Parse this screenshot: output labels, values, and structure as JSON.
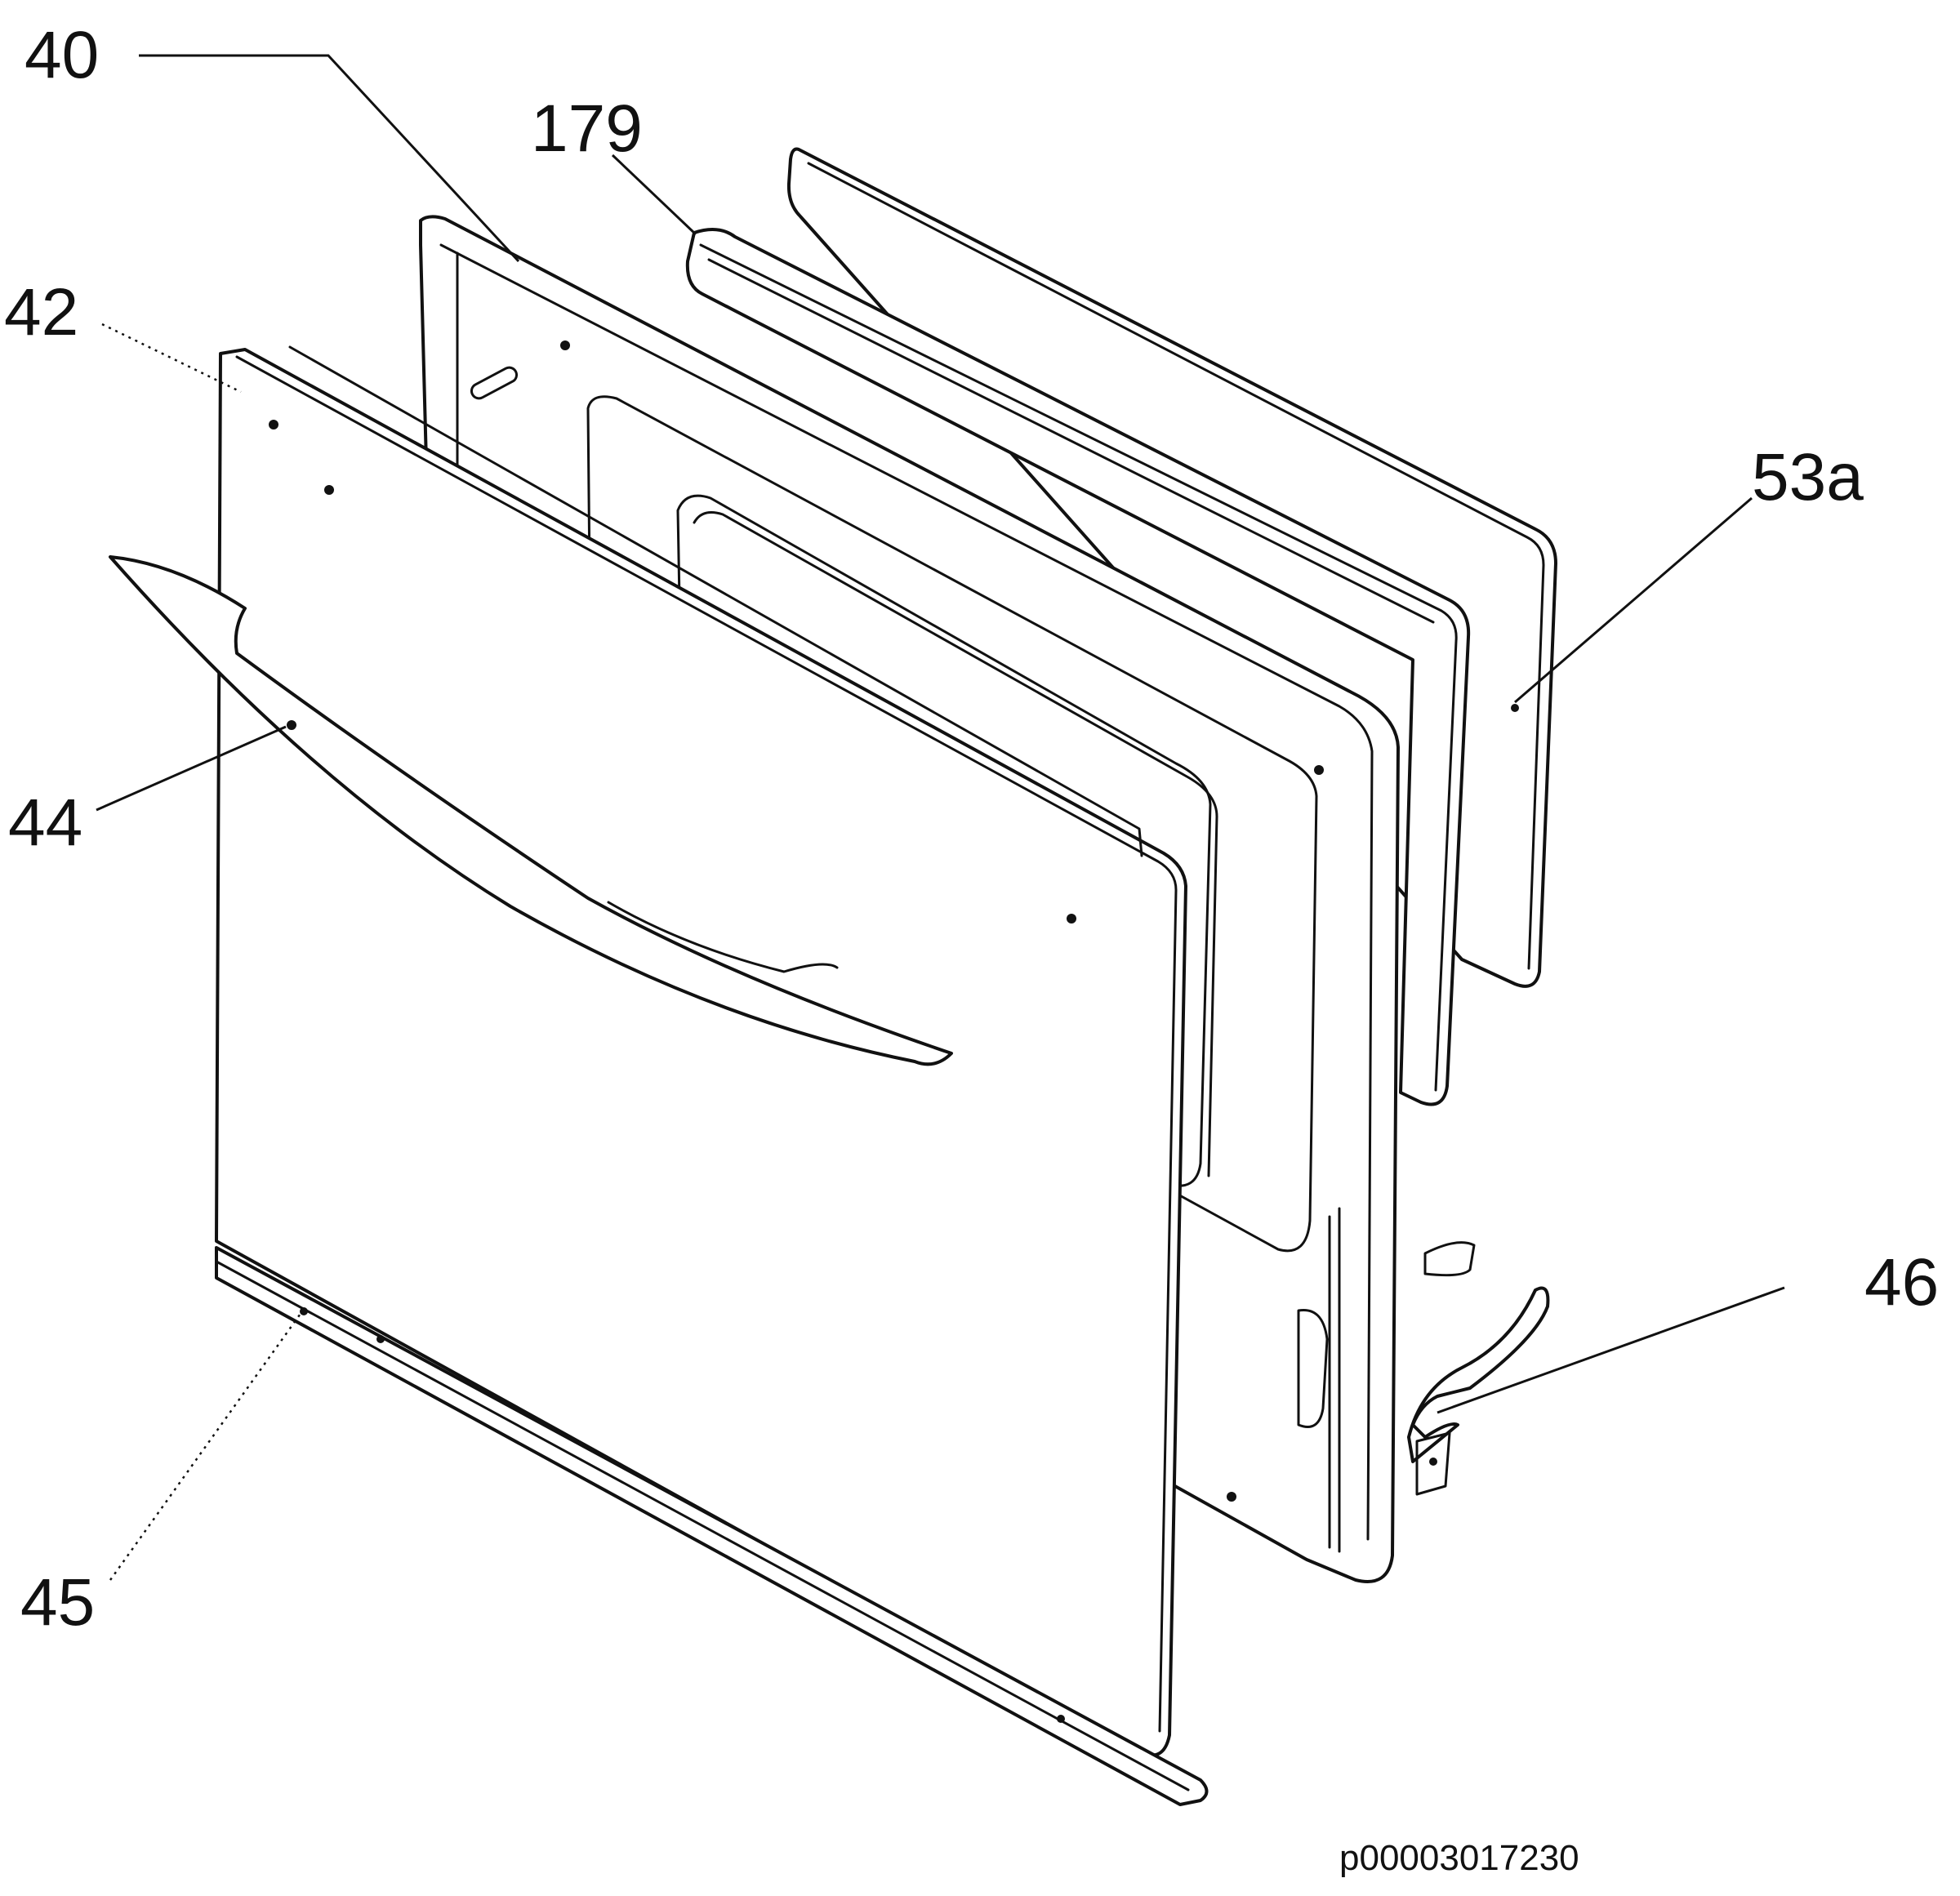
{
  "diagram": {
    "callouts": {
      "c40": "40",
      "c179": "179",
      "c42": "42",
      "c53a": "53a",
      "c44": "44",
      "c46": "46",
      "c45": "45"
    },
    "reference_code": "p00003017230"
  }
}
